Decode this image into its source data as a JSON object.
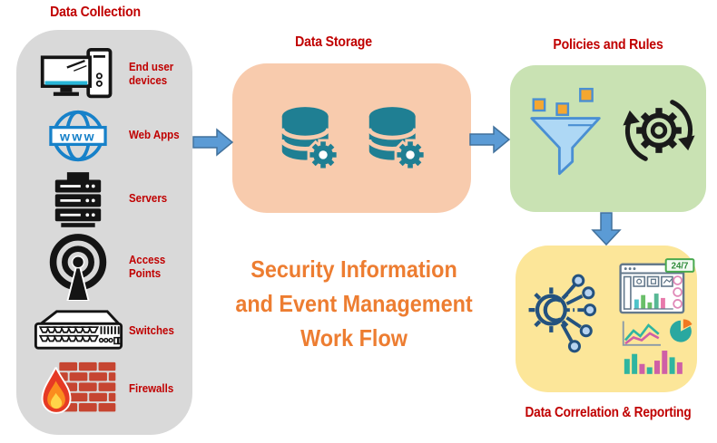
{
  "diagram": {
    "caption_lines": [
      "Security Information",
      "and Event Management",
      "Work Flow"
    ]
  },
  "colors": {
    "title_red": "#c00000",
    "caption_orange": "#ed7d31",
    "collection_bg": "#d9d9d9",
    "storage_bg": "#f8cbad",
    "policies_bg": "#c9e2b3",
    "reporting_bg": "#fce699",
    "arrow_fill": "#5b9bd5",
    "arrow_border": "#41719c",
    "database_teal": "#1f7f93"
  },
  "data_collection": {
    "title": "Data Collection",
    "globe_text": "www",
    "items": [
      {
        "label": "End user devices"
      },
      {
        "label": "Web Apps"
      },
      {
        "label": "Servers"
      },
      {
        "label": "Access Points"
      },
      {
        "label": "Switches"
      },
      {
        "label": "Firewalls"
      }
    ]
  },
  "data_storage": {
    "title": "Data Storage"
  },
  "policies_rules": {
    "title": "Policies and Rules"
  },
  "reporting": {
    "title": "Data Correlation & Reporting",
    "badge": "24/7"
  }
}
